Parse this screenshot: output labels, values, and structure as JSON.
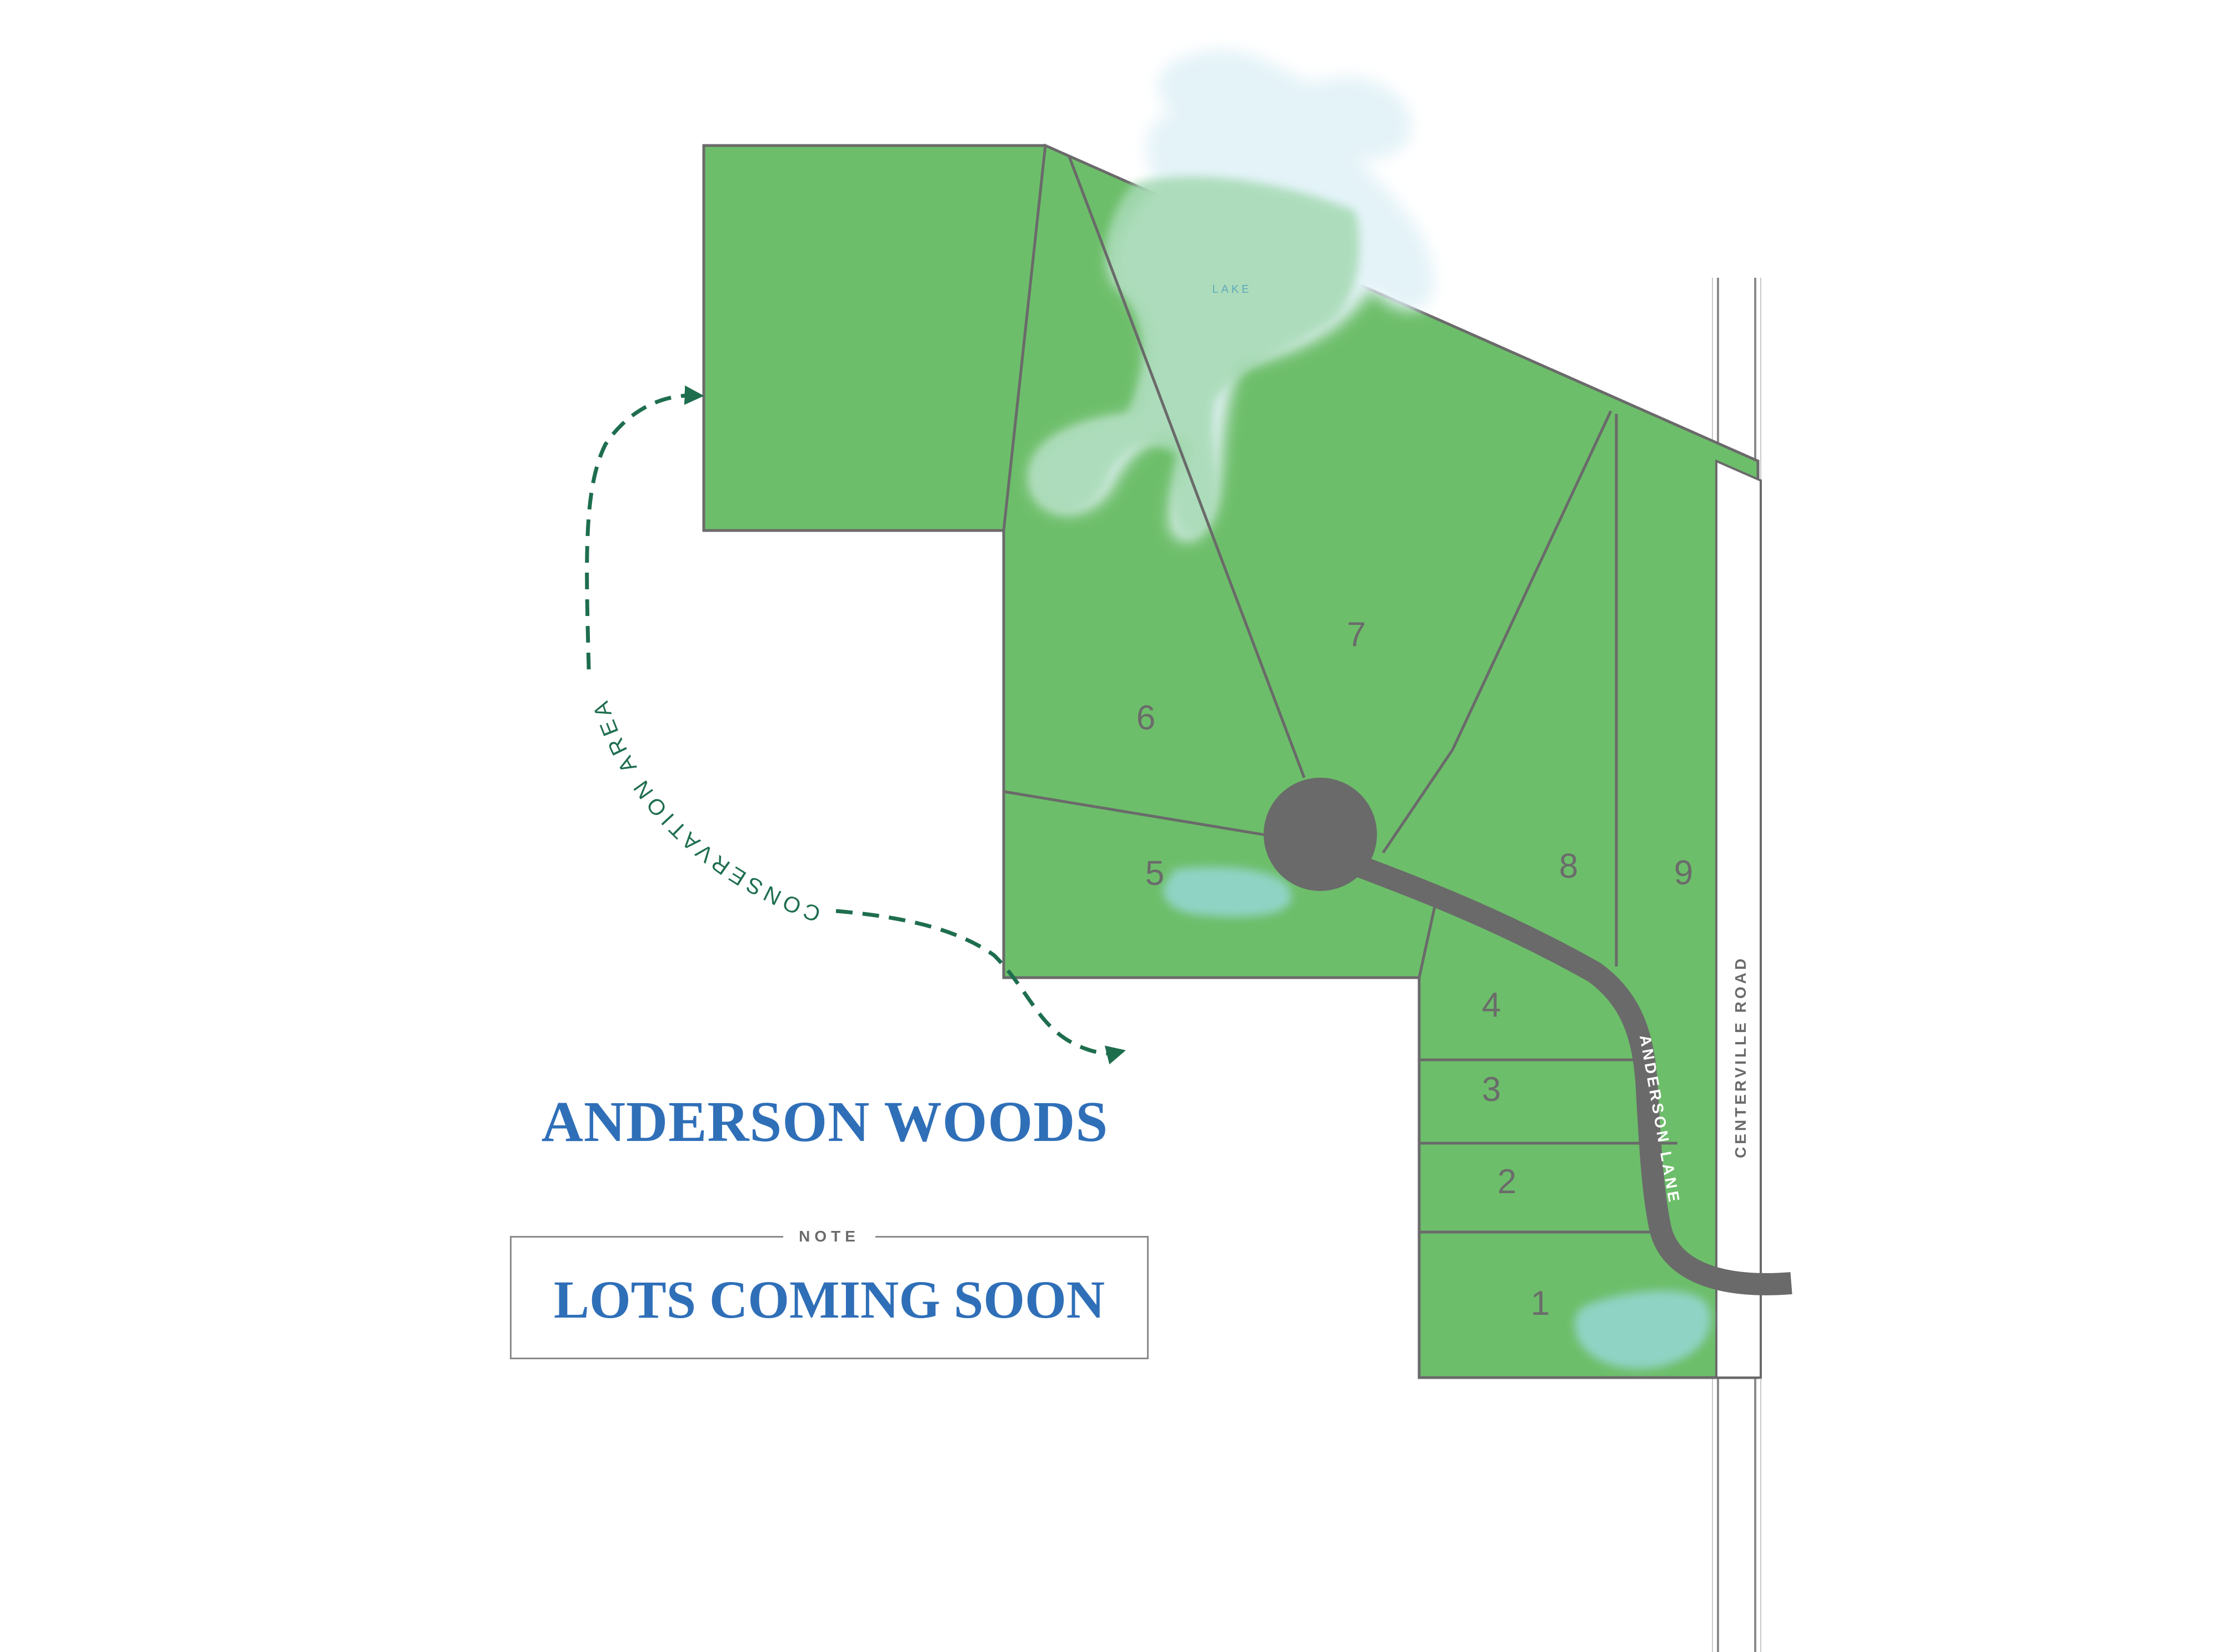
{
  "map": {
    "title": "ANDERSON WOODS",
    "note_label": "NOTE",
    "note_text": "LOTS COMING SOON",
    "conservation_label": "CONSERVATION AREA",
    "lake_label": "LAKE",
    "road_main": "CENTERVILLE ROAD",
    "road_lane": "ANDERSON LANE",
    "lots": [
      "1",
      "2",
      "3",
      "4",
      "5",
      "6",
      "7",
      "8",
      "9"
    ]
  },
  "colors": {
    "land": "#6dbe6a",
    "boundary": "#6a6a6a",
    "road": "#6a6a6a",
    "water": "#a7ddd4",
    "water_fill": "#8fd3c4",
    "lake_light": "#e4f3f8",
    "title": "#2f6fb8",
    "conservation": "#1e6e4e"
  }
}
